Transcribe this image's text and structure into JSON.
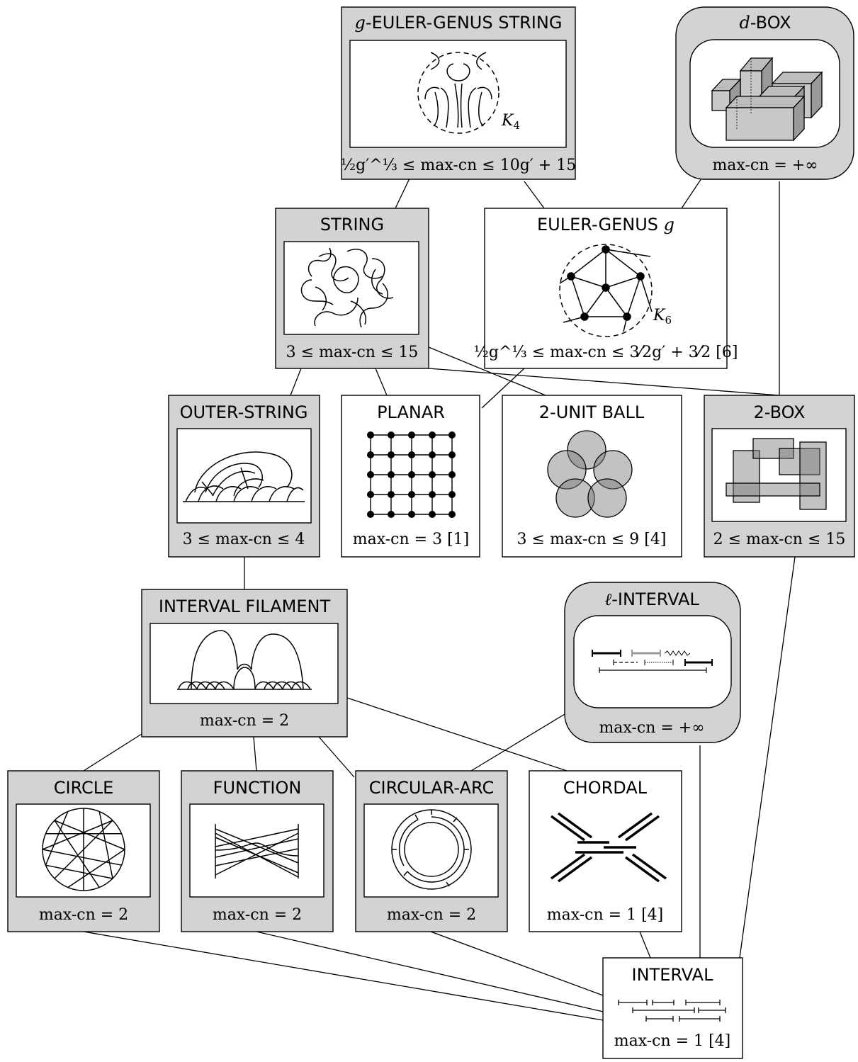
{
  "nodes": {
    "g_euler_genus_string": {
      "title_prefix": "g",
      "title_rest": "-EULER-GENUS STRING",
      "bound": "½g′^⅓ ≤ max-cn ≤ 10g′ + 15",
      "figure_label_main": "K",
      "figure_label_sub": "4"
    },
    "d_box": {
      "title_prefix": "d",
      "title_rest": "-BOX",
      "bound": "max-cn = +∞"
    },
    "string": {
      "title": "STRING",
      "bound": "3 ≤ max-cn ≤ 15"
    },
    "euler_genus": {
      "title_main": "EULER-GENUS ",
      "title_var": "g",
      "bound": "½g^⅓ ≤ max-cn ≤ 3⁄2g′ + 3⁄2 [6]",
      "figure_label_main": "K",
      "figure_label_sub": "6"
    },
    "outer_string": {
      "title": "OUTER-STRING",
      "bound": "3 ≤ max-cn ≤ 4"
    },
    "planar": {
      "title": "PLANAR",
      "bound": "max-cn = 3 [1]"
    },
    "two_unit_ball": {
      "title": "2-UNIT BALL",
      "bound": "3 ≤ max-cn ≤ 9 [4]"
    },
    "two_box": {
      "title": "2-BOX",
      "bound": "2 ≤ max-cn ≤ 15"
    },
    "interval_filament": {
      "title": "INTERVAL FILAMENT",
      "bound": "max-cn = 2"
    },
    "l_interval": {
      "title_prefix": "ℓ",
      "title_rest": "-INTERVAL",
      "bound": "max-cn = +∞"
    },
    "circle": {
      "title": "CIRCLE",
      "bound": "max-cn = 2"
    },
    "function": {
      "title": "FUNCTION",
      "bound": "max-cn = 2"
    },
    "circular_arc": {
      "title": "CIRCULAR-ARC",
      "bound": "max-cn = 2"
    },
    "chordal": {
      "title": "CHORDAL",
      "bound": "max-cn = 1 [4]"
    },
    "interval": {
      "title": "INTERVAL",
      "bound": "max-cn = 1 [4]"
    }
  },
  "colors": {
    "highlighted_fill": "#d3d3d3",
    "plain_fill": "#ffffff",
    "ink": "#000000"
  },
  "legend_meaning": "grey boxes are the classes whose bounds appear in this figure"
}
